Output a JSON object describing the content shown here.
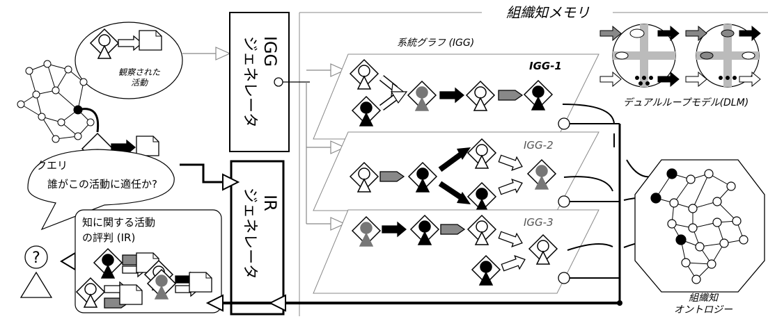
{
  "memory_title": "組織知メモリ",
  "observed_activity": [
    "観察された",
    "活動"
  ],
  "igg_generator": {
    "line1": "IGG",
    "line2": "ジェネレータ"
  },
  "ir_generator": {
    "line1": "IR",
    "line2": "ジェネレータ"
  },
  "query": {
    "line1": "クエリ",
    "line2": "誰がこの活動に適任か?"
  },
  "ir_box": {
    "line1": "知に関する活動",
    "line2": "の評判 (IR)"
  },
  "user_symbol": "?",
  "lineage_graph": "系統グラフ (IGG)",
  "igg_labels": [
    "IGG-1",
    "IGG-2",
    "IGG-3"
  ],
  "dlm_label": "デュアルループモデル(DLM)",
  "ontology_label": [
    "組織知",
    "オントロジー"
  ]
}
